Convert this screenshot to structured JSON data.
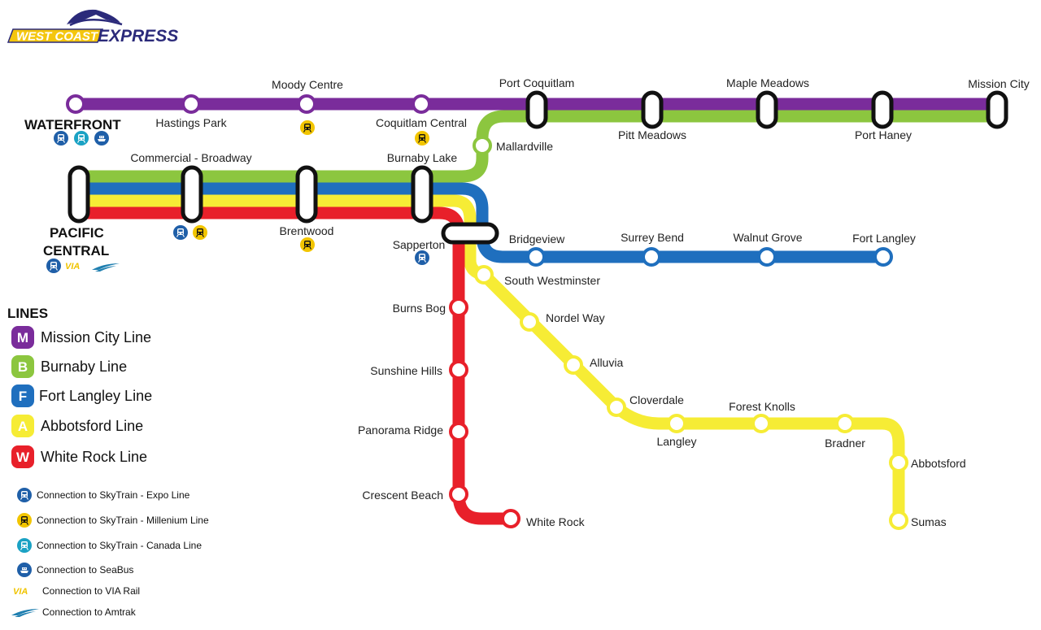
{
  "logo": {
    "word1": "WEST COAST",
    "word2": "EXPRESS"
  },
  "colors": {
    "mission": "#7a2c9b",
    "burnaby": "#8cc63f",
    "fortlangley": "#1f6fbe",
    "abbotsford": "#f6ec35",
    "whiterock": "#e8202a",
    "expo": "#1f5fa8",
    "millenium": "#f2c500",
    "canada": "#1aa2c4",
    "seabus": "#1f5fa8"
  },
  "terminals": {
    "waterfront": "WATERFRONT",
    "pacific_central_1": "PACIFIC",
    "pacific_central_2": "CENTRAL"
  },
  "stations": {
    "hastings_park": "Hastings Park",
    "moody_centre": "Moody Centre",
    "coquitlam_central": "Coquitlam Central",
    "port_coquitlam": "Port Coquitlam",
    "pitt_meadows": "Pitt Meadows",
    "maple_meadows": "Maple Meadows",
    "port_haney": "Port Haney",
    "mission_city": "Mission City",
    "mallardville": "Mallardville",
    "commercial_broadway": "Commercial - Broadway",
    "burnaby_lake": "Burnaby Lake",
    "brentwood": "Brentwood",
    "sapperton": "Sapperton",
    "bridgeview": "Bridgeview",
    "surrey_bend": "Surrey Bend",
    "walnut_grove": "Walnut Grove",
    "fort_langley": "Fort Langley",
    "south_westminster": "South Westminster",
    "nordel_way": "Nordel Way",
    "alluvia": "Alluvia",
    "cloverdale": "Cloverdale",
    "langley": "Langley",
    "forest_knolls": "Forest Knolls",
    "bradner": "Bradner",
    "abbotsford": "Abbotsford",
    "sumas": "Sumas",
    "burns_bog": "Burns Bog",
    "sunshine_hills": "Sunshine Hills",
    "panorama_ridge": "Panorama Ridge",
    "crescent_beach": "Crescent Beach",
    "white_rock": "White Rock"
  },
  "legend": {
    "title": "LINES",
    "lines": [
      {
        "letter": "M",
        "label": "Mission City Line",
        "color": "#7a2c9b"
      },
      {
        "letter": "B",
        "label": "Burnaby Line",
        "color": "#8cc63f"
      },
      {
        "letter": "F",
        "label": "Fort Langley Line",
        "color": "#1f6fbe"
      },
      {
        "letter": "A",
        "label": "Abbotsford Line",
        "color": "#f6ec35"
      },
      {
        "letter": "W",
        "label": "White Rock Line",
        "color": "#e8202a"
      }
    ],
    "connections": [
      {
        "icon": "skytrain-expo-icon",
        "label": "Connection to SkyTrain - Expo Line"
      },
      {
        "icon": "skytrain-millenium-icon",
        "label": "Connection to SkyTrain - Millenium Line"
      },
      {
        "icon": "skytrain-canada-icon",
        "label": "Connection to SkyTrain - Canada Line"
      },
      {
        "icon": "seabus-icon",
        "label": "Connection to SeaBus"
      },
      {
        "icon": "via-rail-icon",
        "label": "Connection to VIA Rail"
      },
      {
        "icon": "amtrak-icon",
        "label": "Connection to Amtrak"
      }
    ],
    "via_logo": "VIA"
  }
}
